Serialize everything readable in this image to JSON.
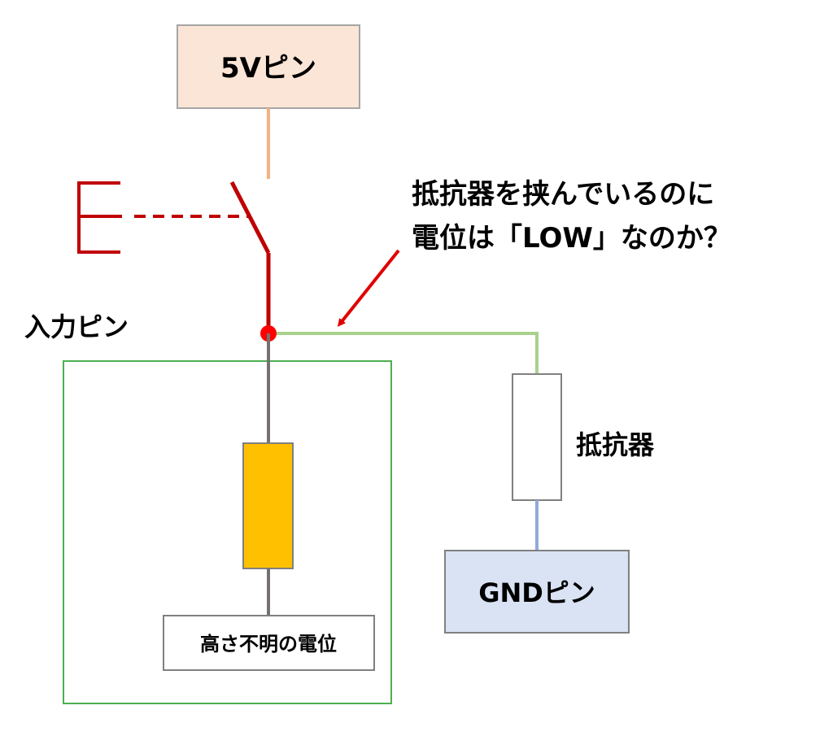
{
  "boxes": {
    "five_volt_pin": {
      "label": "5Vピン",
      "fill": "#FBE5D6",
      "stroke": "#A5A5A5"
    },
    "gnd_pin": {
      "label": "GNDピン",
      "fill": "#DAE3F3",
      "stroke": "#808080"
    },
    "internal_area": {
      "stroke": "#4CAF50"
    },
    "internal_resistor": {
      "fill": "#FFC000",
      "stroke": "#808080"
    },
    "external_resistor": {
      "fill": "#FFFFFF",
      "stroke": "#808080"
    },
    "unknown_potential": {
      "label": "高さ不明の電位",
      "fill": "#FFFFFF",
      "stroke": "#808080"
    }
  },
  "labels": {
    "input_pin": "入力ピン",
    "resistor": "抵抗器",
    "question_line1": "抵抗器を挟んでいるのに",
    "question_line2": "電位は「LOW」なのか？"
  },
  "colors": {
    "switch": "#C00000",
    "wire_5v": "#F4B183",
    "wire_internal": "#767171",
    "wire_external": "#A9D18E",
    "wire_gnd": "#8FAADC",
    "node": "#FF0000",
    "arrow": "#E00000"
  }
}
